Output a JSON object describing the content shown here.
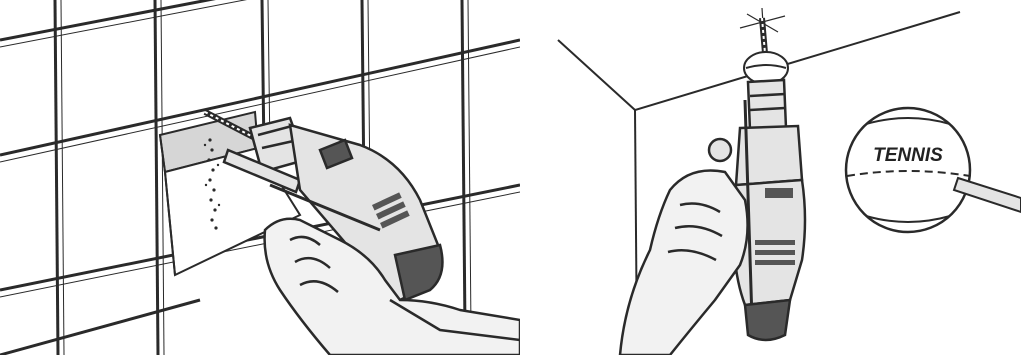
{
  "illustrations": [
    {
      "id": "drilling-tile-with-paper-dust-catcher",
      "elements": [
        "tiled-wall",
        "paper-dust-catcher",
        "drill",
        "hand",
        "dust-particles"
      ]
    },
    {
      "id": "drilling-ceiling-with-tennis-ball",
      "elements": [
        "room-corner",
        "drill",
        "hand",
        "tennis-ball-on-bit",
        "magnified-tennis-ball"
      ]
    }
  ],
  "callout": {
    "ball_label": "TENNIS"
  },
  "colors": {
    "line": "#2a2a2a",
    "drill_body": "#e4e4e4",
    "drill_dark": "#555555",
    "hand": "#f2f2f2",
    "paper": "#d6d6d6",
    "background": "#ffffff"
  }
}
